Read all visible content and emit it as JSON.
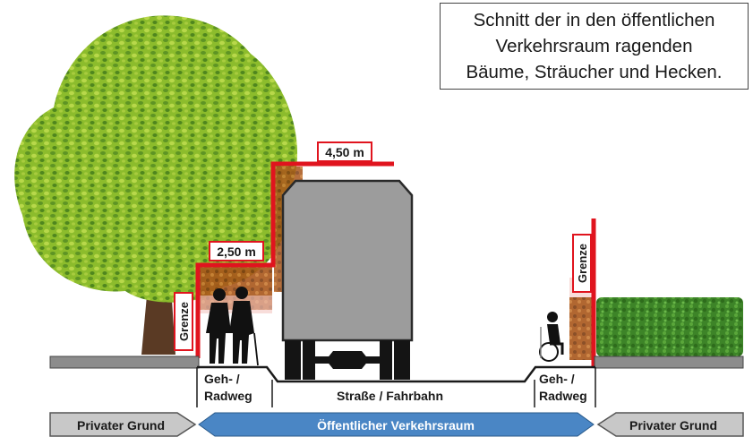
{
  "title": {
    "line1": "Schnitt der in den öffentlichen",
    "line2": "Verkehrsraum ragenden",
    "line3": "Bäume, Sträucher und Hecken."
  },
  "labels": {
    "height_high": "4,50 m",
    "height_low": "2,50 m",
    "border_left": "Grenze",
    "border_right": "Grenze",
    "sidewalk_left_line1": "Geh- /",
    "sidewalk_left_line2": "Radweg",
    "road": "Straße / Fahrbahn",
    "sidewalk_right_line1": "Geh- /",
    "sidewalk_right_line2": "Radweg"
  },
  "arrows": {
    "private_left": "Privater Grund",
    "public": "Öffentlicher Verkehrsraum",
    "private_right": "Privater Grund"
  },
  "colors": {
    "boundary_red": "#e0141e",
    "public_arrow": "#4a86c5",
    "private_arrow": "#c8c8c8",
    "truck_body": "#9c9c9c",
    "hedge_green": "#3f8a2a",
    "tree_green": "#8dbd2e",
    "foliage_brown": "#a35418"
  }
}
